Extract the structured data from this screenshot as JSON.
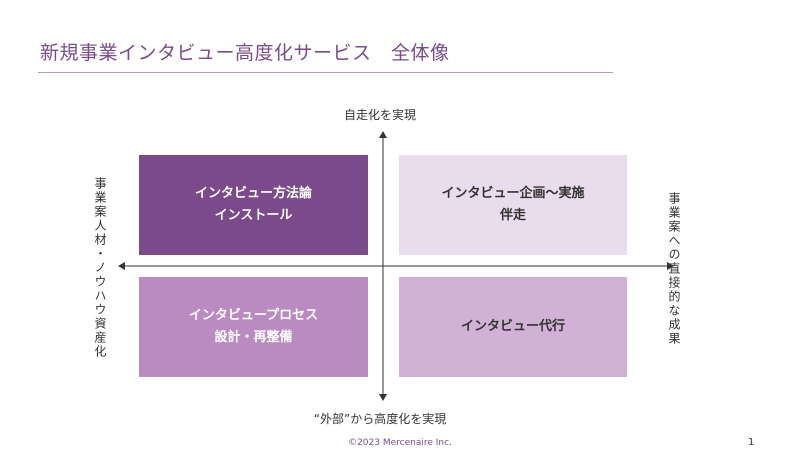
{
  "title": "新規事業インタビュー高度化サービス　全体像",
  "axes": {
    "top": "自走化を実現",
    "bottom": "“外部”から高度化を実現",
    "left": "事業案人材・ノウハウ資産化",
    "right": "事業案への直接的な成果"
  },
  "quadrants": {
    "top_left": {
      "line1": "インタビュー方法論",
      "line2": "インストール"
    },
    "top_right": {
      "line1": "インタビュー企画～実施",
      "line2": "伴走"
    },
    "bottom_left": {
      "line1": "インタビュープロセス",
      "line2": "設計・再整備"
    },
    "bottom_right": {
      "line1": "インタビュー代行"
    }
  },
  "colors": {
    "top_left": "#7b4a8b",
    "top_right": "#e9dcec",
    "bottom_left": "#b98bc0",
    "bottom_right": "#d2b1d7",
    "title": "#7a4b8c"
  },
  "footer": "©2023 Mercenaire Inc.",
  "page_number": "1"
}
